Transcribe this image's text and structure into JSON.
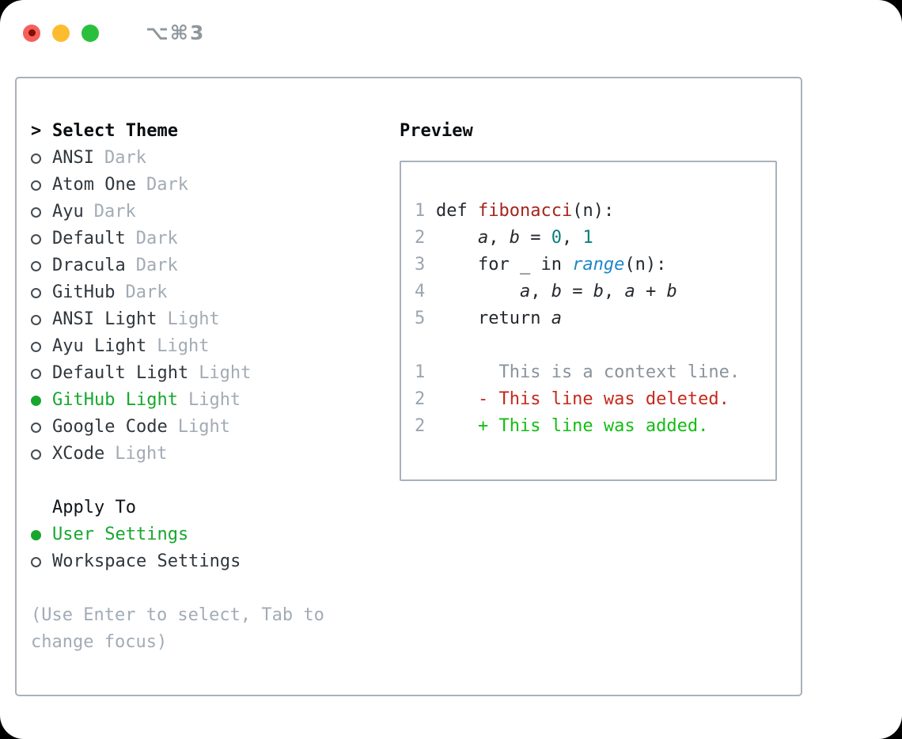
{
  "window": {
    "title_shortcut": "⌥⌘3",
    "traffic_lights": [
      "close",
      "minimize",
      "zoom"
    ]
  },
  "theme_panel": {
    "header": {
      "prefix": ">",
      "label": "Select Theme"
    },
    "themes": [
      {
        "name": "ANSI",
        "variant": "Dark",
        "selected": false
      },
      {
        "name": "Atom One",
        "variant": "Dark",
        "selected": false
      },
      {
        "name": "Ayu",
        "variant": "Dark",
        "selected": false
      },
      {
        "name": "Default",
        "variant": "Dark",
        "selected": false
      },
      {
        "name": "Dracula",
        "variant": "Dark",
        "selected": false
      },
      {
        "name": "GitHub",
        "variant": "Dark",
        "selected": false
      },
      {
        "name": "ANSI Light",
        "variant": "Light",
        "selected": false
      },
      {
        "name": "Ayu Light",
        "variant": "Light",
        "selected": false
      },
      {
        "name": "Default Light",
        "variant": "Light",
        "selected": false
      },
      {
        "name": "GitHub Light",
        "variant": "Light",
        "selected": true
      },
      {
        "name": "Google Code",
        "variant": "Light",
        "selected": false
      },
      {
        "name": "XCode",
        "variant": "Light",
        "selected": false
      }
    ],
    "apply_to": {
      "label": "Apply To",
      "options": [
        {
          "name": "User Settings",
          "selected": true
        },
        {
          "name": "Workspace Settings",
          "selected": false
        }
      ]
    },
    "hint_lines": [
      "(Use Enter to select, Tab to",
      "change focus)"
    ]
  },
  "preview": {
    "label": "Preview",
    "code_lines": [
      {
        "num": "1",
        "tokens": [
          {
            "t": "def ",
            "c": "p"
          },
          {
            "t": "fibonacci",
            "c": "fn"
          },
          {
            "t": "(n):",
            "c": "p"
          }
        ]
      },
      {
        "num": "2",
        "tokens": [
          {
            "t": "    ",
            "c": "p"
          },
          {
            "t": "a",
            "c": "v"
          },
          {
            "t": ", ",
            "c": "p"
          },
          {
            "t": "b",
            "c": "v"
          },
          {
            "t": " = ",
            "c": "p"
          },
          {
            "t": "0",
            "c": "num"
          },
          {
            "t": ", ",
            "c": "p"
          },
          {
            "t": "1",
            "c": "num"
          }
        ]
      },
      {
        "num": "3",
        "tokens": [
          {
            "t": "    for _ in ",
            "c": "p"
          },
          {
            "t": "range",
            "c": "bi"
          },
          {
            "t": "(n):",
            "c": "p"
          }
        ]
      },
      {
        "num": "4",
        "tokens": [
          {
            "t": "        ",
            "c": "p"
          },
          {
            "t": "a",
            "c": "v"
          },
          {
            "t": ", ",
            "c": "p"
          },
          {
            "t": "b",
            "c": "v"
          },
          {
            "t": " = ",
            "c": "p"
          },
          {
            "t": "b",
            "c": "v"
          },
          {
            "t": ", ",
            "c": "p"
          },
          {
            "t": "a",
            "c": "v"
          },
          {
            "t": " + ",
            "c": "p"
          },
          {
            "t": "b",
            "c": "v"
          }
        ]
      },
      {
        "num": "5",
        "tokens": [
          {
            "t": "    return ",
            "c": "p"
          },
          {
            "t": "a",
            "c": "v"
          }
        ]
      },
      {
        "num": "",
        "tokens": []
      },
      {
        "num": "1",
        "tokens": [
          {
            "t": "      This is a context line.",
            "c": "ctx"
          }
        ]
      },
      {
        "num": "2",
        "tokens": [
          {
            "t": "    - This line was deleted.",
            "c": "del"
          }
        ]
      },
      {
        "num": "2",
        "tokens": [
          {
            "t": "    + This line was added.",
            "c": "add"
          }
        ]
      }
    ]
  },
  "colors": {
    "selected_green": "#17a72e",
    "added_green": "#14bd14",
    "deleted_red": "#c5291c",
    "function_red": "#a6241c",
    "number_teal": "#0d7d7d",
    "builtin_blue": "#1f87c8",
    "line_number_gray": "#9aa5af",
    "dim_gray": "#a2abb5",
    "context_gray": "#8b939b",
    "border_gray": "#a8b1bc",
    "traffic_red": "#f7605a",
    "traffic_yellow": "#fdbc2f",
    "traffic_green": "#2ac03e"
  }
}
